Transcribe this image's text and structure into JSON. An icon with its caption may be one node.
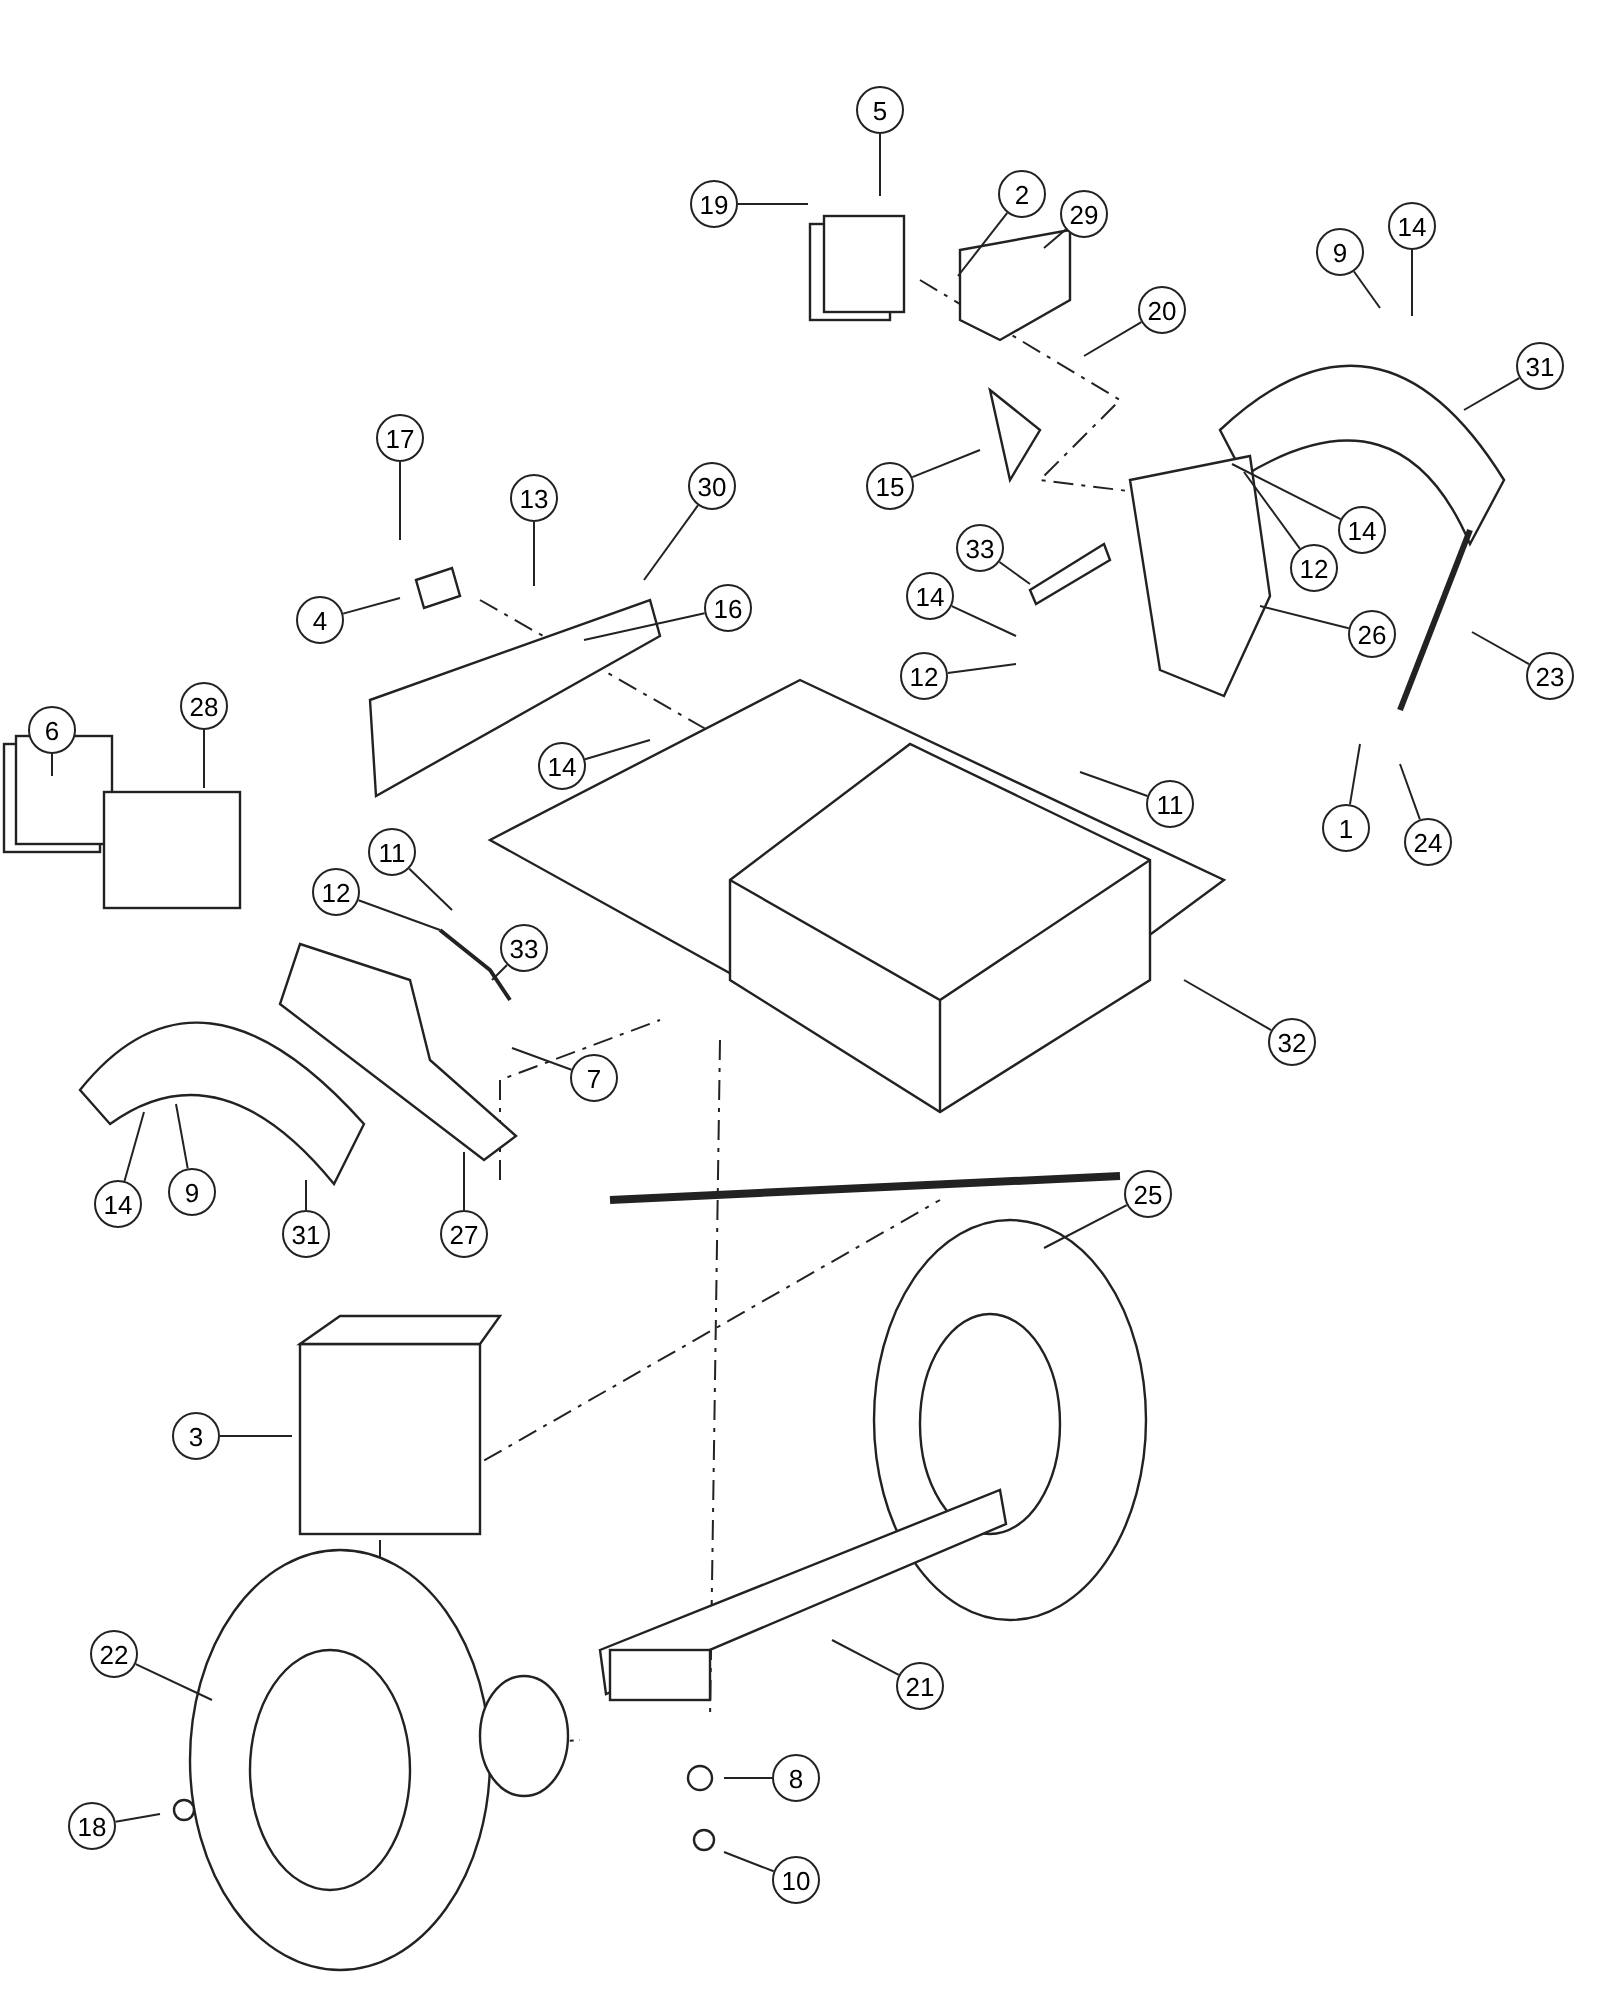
{
  "diagram": {
    "nodes": [
      {
        "text": [
          "5"
        ]
      },
      {
        "text": [
          "19"
        ]
      },
      {
        "text": [
          "2"
        ]
      },
      {
        "text": [
          "29"
        ]
      },
      {
        "text": [
          "20"
        ]
      },
      {
        "text": [
          "9"
        ]
      },
      {
        "text": [
          "14"
        ]
      },
      {
        "text": [
          "31"
        ]
      },
      {
        "text": [
          "17"
        ]
      },
      {
        "text": [
          "13"
        ]
      },
      {
        "text": [
          "30"
        ]
      },
      {
        "text": [
          "15"
        ]
      },
      {
        "text": [
          "4"
        ]
      },
      {
        "text": [
          "16"
        ]
      },
      {
        "text": [
          "33"
        ]
      },
      {
        "text": [
          "14"
        ]
      },
      {
        "text": [
          "12"
        ]
      },
      {
        "text": [
          "12"
        ]
      },
      {
        "text": [
          "14"
        ]
      },
      {
        "text": [
          "26"
        ]
      },
      {
        "text": [
          "23"
        ]
      },
      {
        "text": [
          "6"
        ]
      },
      {
        "text": [
          "28"
        ]
      },
      {
        "text": [
          "14"
        ]
      },
      {
        "text": [
          "11"
        ]
      },
      {
        "text": [
          "1"
        ]
      },
      {
        "text": [
          "24"
        ]
      },
      {
        "text": [
          "11"
        ]
      },
      {
        "text": [
          "12"
        ]
      },
      {
        "text": [
          "33"
        ]
      },
      {
        "text": [
          "7"
        ]
      },
      {
        "text": [
          "32"
        ]
      },
      {
        "text": [
          "14"
        ]
      },
      {
        "text": [
          "9"
        ]
      },
      {
        "text": [
          "31"
        ]
      },
      {
        "text": [
          "27"
        ]
      },
      {
        "text": [
          "25"
        ]
      },
      {
        "text": [
          "3"
        ]
      },
      {
        "text": [
          "22"
        ]
      },
      {
        "text": [
          "21"
        ]
      },
      {
        "text": [
          "8"
        ]
      },
      {
        "text": [
          "18"
        ]
      },
      {
        "text": [
          "10"
        ]
      }
    ],
    "edges": [
      {
        "from": 0,
        "to": null,
        "arrow": "none"
      },
      {
        "from": 1,
        "to": null,
        "arrow": "none"
      },
      {
        "from": 2,
        "to": null,
        "arrow": "none"
      },
      {
        "from": 3,
        "to": null,
        "arrow": "none"
      },
      {
        "from": 4,
        "to": null,
        "arrow": "none"
      },
      {
        "from": 5,
        "to": null,
        "arrow": "none"
      },
      {
        "from": 6,
        "to": null,
        "arrow": "none"
      },
      {
        "from": 7,
        "to": null,
        "arrow": "none"
      },
      {
        "from": 8,
        "to": null,
        "arrow": "none"
      },
      {
        "from": 9,
        "to": null,
        "arrow": "none"
      },
      {
        "from": 10,
        "to": null,
        "arrow": "none"
      },
      {
        "from": 11,
        "to": null,
        "arrow": "none"
      },
      {
        "from": 12,
        "to": null,
        "arrow": "none"
      },
      {
        "from": 13,
        "to": null,
        "arrow": "none"
      },
      {
        "from": 14,
        "to": null,
        "arrow": "none"
      },
      {
        "from": 15,
        "to": null,
        "arrow": "none"
      },
      {
        "from": 16,
        "to": null,
        "arrow": "none"
      },
      {
        "from": 17,
        "to": null,
        "arrow": "none"
      },
      {
        "from": 18,
        "to": null,
        "arrow": "none"
      },
      {
        "from": 19,
        "to": null,
        "arrow": "none"
      },
      {
        "from": 20,
        "to": null,
        "arrow": "none"
      },
      {
        "from": 21,
        "to": null,
        "arrow": "none"
      },
      {
        "from": 22,
        "to": null,
        "arrow": "none"
      },
      {
        "from": 23,
        "to": null,
        "arrow": "none"
      },
      {
        "from": 24,
        "to": null,
        "arrow": "none"
      },
      {
        "from": 25,
        "to": null,
        "arrow": "none"
      },
      {
        "from": 26,
        "to": null,
        "arrow": "none"
      },
      {
        "from": 27,
        "to": null,
        "arrow": "none"
      },
      {
        "from": 28,
        "to": null,
        "arrow": "none"
      },
      {
        "from": 29,
        "to": null,
        "arrow": "none"
      },
      {
        "from": 30,
        "to": null,
        "arrow": "none"
      },
      {
        "from": 31,
        "to": null,
        "arrow": "none"
      },
      {
        "from": 32,
        "to": null,
        "arrow": "none"
      },
      {
        "from": 33,
        "to": null,
        "arrow": "none"
      },
      {
        "from": 34,
        "to": null,
        "arrow": "none"
      },
      {
        "from": 35,
        "to": null,
        "arrow": "none"
      },
      {
        "from": 36,
        "to": null,
        "arrow": "none"
      },
      {
        "from": 37,
        "to": null,
        "arrow": "none"
      },
      {
        "from": 38,
        "to": null,
        "arrow": "none"
      },
      {
        "from": 39,
        "to": null,
        "arrow": "none"
      },
      {
        "from": 40,
        "to": null,
        "arrow": "none"
      },
      {
        "from": 41,
        "to": null,
        "arrow": "none"
      },
      {
        "from": 42,
        "to": null,
        "arrow": "none"
      }
    ]
  }
}
